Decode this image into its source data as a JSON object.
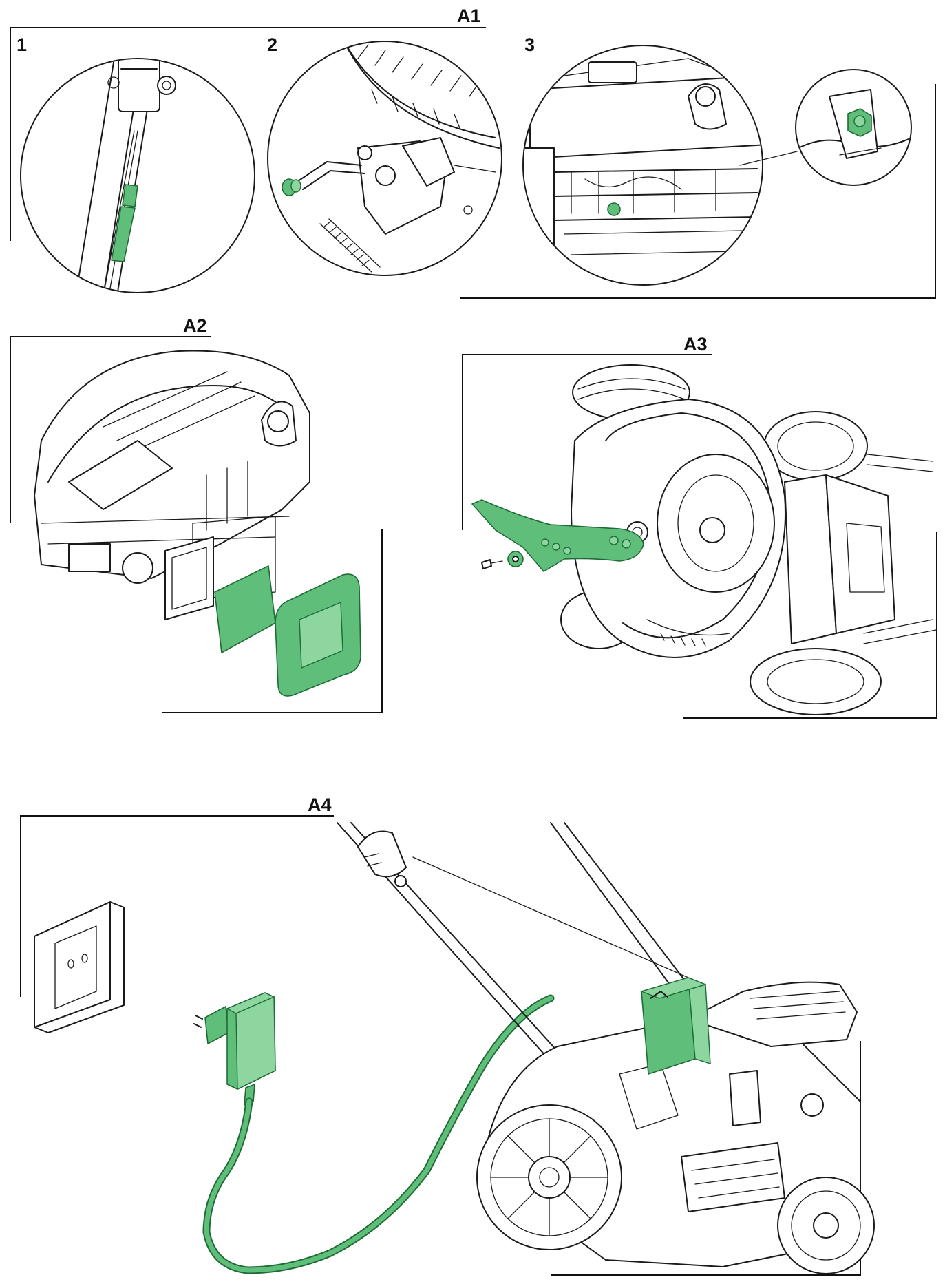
{
  "sections": {
    "a1": {
      "label": "A1",
      "steps": [
        "1",
        "2",
        "3"
      ]
    },
    "a2": {
      "label": "A2"
    },
    "a3": {
      "label": "A3"
    },
    "a4": {
      "label": "A4"
    }
  },
  "colors": {
    "highlight": "#5fbf7a",
    "highlight_stroke": "#1e6b35",
    "line": "#1a1a1a"
  }
}
